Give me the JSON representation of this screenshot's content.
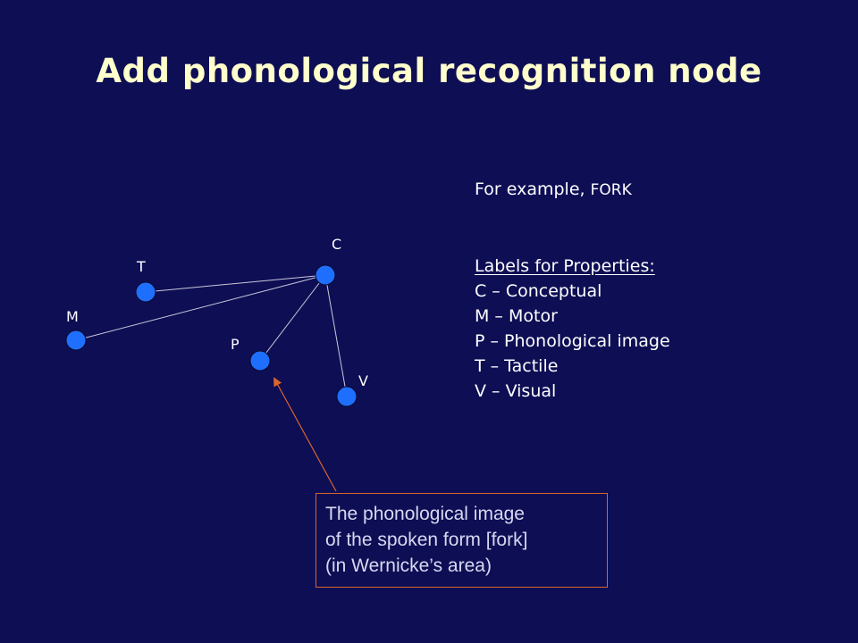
{
  "slide": {
    "title": "Add phonological recognition node",
    "example_prefix": "For example, ",
    "example_word": "FORK",
    "properties_heading": "Labels for Properties:",
    "properties": [
      "C – Conceptual",
      "M – Motor",
      "P – Phonological image",
      "T – Tactile",
      "V – Visual"
    ]
  },
  "diagram": {
    "nodes": [
      {
        "id": "C",
        "label": "C"
      },
      {
        "id": "T",
        "label": "T"
      },
      {
        "id": "M",
        "label": "M"
      },
      {
        "id": "P",
        "label": "P"
      },
      {
        "id": "V",
        "label": "V"
      }
    ],
    "edges": [
      [
        "C",
        "T"
      ],
      [
        "C",
        "M"
      ],
      [
        "C",
        "P"
      ],
      [
        "C",
        "V"
      ]
    ],
    "node_color": "#1f6fff",
    "edge_color": "#c8c8d8",
    "arrow_color": "#d9652a"
  },
  "callout": {
    "lines": [
      "The phonological image",
      "of the spoken form [fork]",
      "(in Wernicke’s area)"
    ]
  }
}
